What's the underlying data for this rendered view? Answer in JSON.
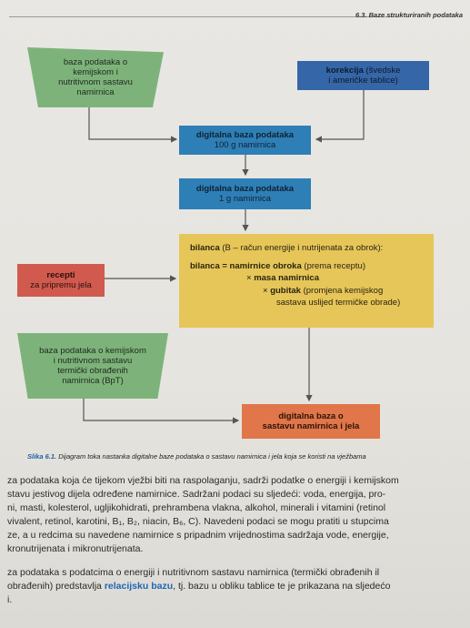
{
  "header": {
    "section": "6.3. Baze strukturiranih podataka"
  },
  "boxes": {
    "source_db": [
      "baza podataka o",
      "kemijskom i",
      "nutritivnom sastavu",
      "namirnica"
    ],
    "corrections": {
      "bold": "korekcija",
      "rest1": " (švedske",
      "line2": "i američke tablice)"
    },
    "digital_100": {
      "title": "digitalna baza podataka",
      "sub": "100 g namirnica"
    },
    "digital_1": {
      "title": "digitalna baza podataka",
      "sub": "1 g namirnica"
    },
    "recipes": {
      "title": "recepti",
      "sub": "za pripremu jela"
    },
    "balance": {
      "line1_bold": "bilanca",
      "line1_rest": " (B – račun energije i nutrijenata za obrok):",
      "line2_bold": "bilanca = namirnice obroka",
      "line2_rest": " (prema receptu)",
      "line3_sym": "× ",
      "line3_bold": "masa namirnica",
      "line4_sym": "× ",
      "line4_bold": "gubitak",
      "line4_rest": " (promjena kemijskog",
      "line5": "sastava uslijed termičke obrade)"
    },
    "thermal_db": [
      "baza podataka o kemijskom",
      "i nutritivnom sastavu",
      "termički obrađenih",
      "namirnica (BpT)"
    ],
    "final": [
      "digitalna baza o",
      "sastavu namirnica i jela"
    ]
  },
  "caption": {
    "label": "Slika 6.1.",
    "text": " Dijagram toka nastanka digitalne baze podataka o sastavu namirnica i jela koja se koristi na vježbama"
  },
  "paragraph1": [
    "za podataka koja će tijekom vježbi biti na raspolaganju, sadrži podatke o energiji i kemijskom",
    "stavu jestivog dijela određene namirnice. Sadržani podaci su sljedeći: voda, energija, pro-",
    "ni, masti, kolesterol, ugljikohidrati, prehrambena vlakna, alkohol, minerali i vitamini (retinol",
    "vivalent, retinol, karotini, B₁, B₂, niacin, B₆, C). Navedeni podaci se mogu pratiti u stupcima",
    "ze, a u redcima su navedene namirnice s pripadnim vrijednostima sadržaja vode, energije,",
    "kronutrijenata i mikronutrijenata."
  ],
  "paragraph2": {
    "line1": "za podataka s podatcima o energiji i nutritivnom sastavu namirnica (termički obrađenih il",
    "line2_pre": "obrađenih) predstavlja ",
    "line2_link": "relacijsku bazu",
    "line2_post": ", tj. bazu u obliku tablice te je prikazana na sljedećo",
    "line3": "i."
  }
}
